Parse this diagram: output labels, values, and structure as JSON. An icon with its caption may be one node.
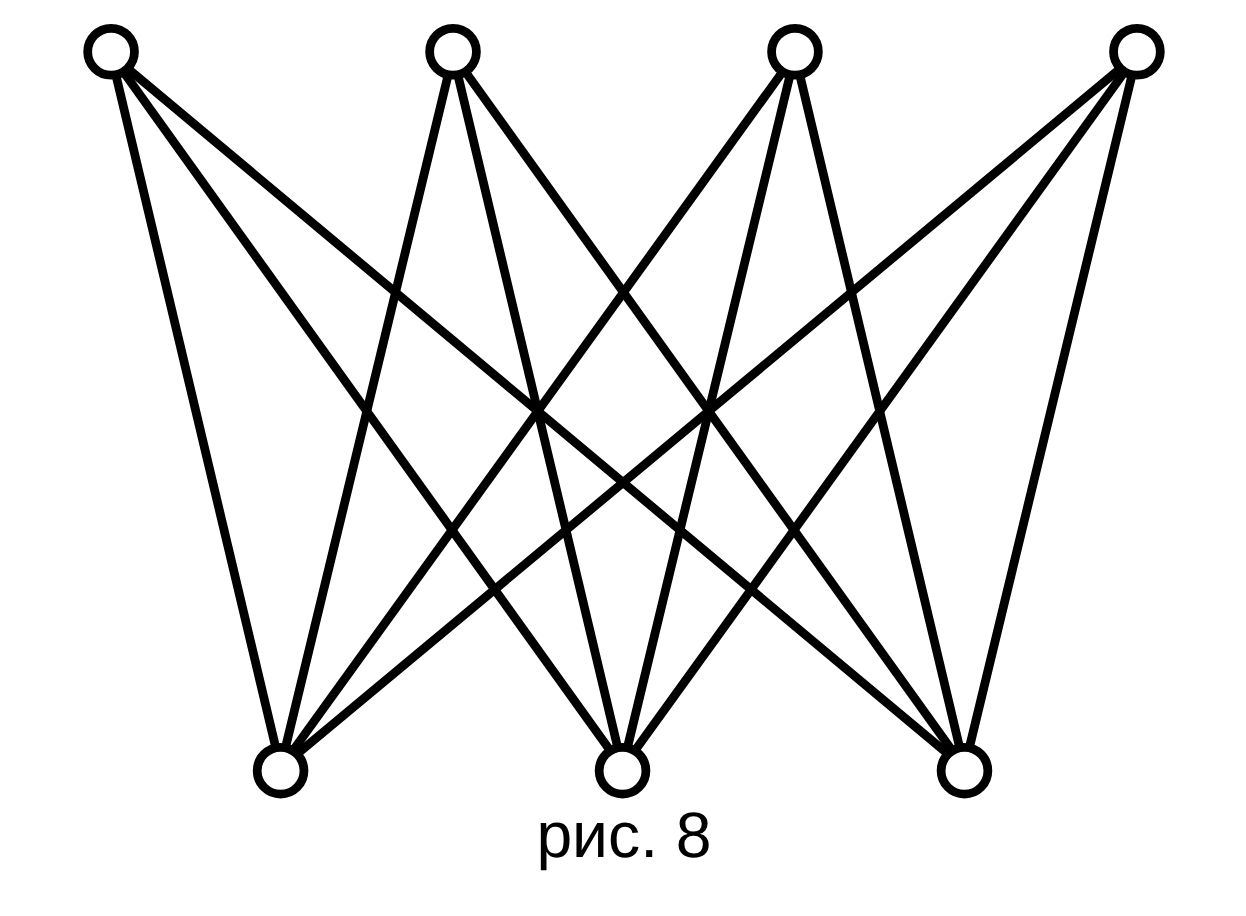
{
  "diagram": {
    "caption": "рис. 8",
    "nodes": [
      {
        "text": [],
        "shape": "circle"
      },
      {
        "text": [],
        "shape": "circle"
      },
      {
        "text": [],
        "shape": "circle"
      },
      {
        "text": [],
        "shape": "circle"
      },
      {
        "text": [],
        "shape": "circle"
      },
      {
        "text": [],
        "shape": "circle"
      },
      {
        "text": [],
        "shape": "circle"
      }
    ],
    "edges": [
      {
        "from": 0,
        "to": 4,
        "arrow": "none"
      },
      {
        "from": 0,
        "to": 5,
        "arrow": "none"
      },
      {
        "from": 0,
        "to": 6,
        "arrow": "none"
      },
      {
        "from": 1,
        "to": 4,
        "arrow": "none"
      },
      {
        "from": 1,
        "to": 5,
        "arrow": "none"
      },
      {
        "from": 1,
        "to": 6,
        "arrow": "none"
      },
      {
        "from": 2,
        "to": 4,
        "arrow": "none"
      },
      {
        "from": 2,
        "to": 5,
        "arrow": "none"
      },
      {
        "from": 2,
        "to": 6,
        "arrow": "none"
      },
      {
        "from": 3,
        "to": 4,
        "arrow": "none"
      },
      {
        "from": 3,
        "to": 5,
        "arrow": "none"
      },
      {
        "from": 3,
        "to": 6,
        "arrow": "none"
      }
    ]
  }
}
